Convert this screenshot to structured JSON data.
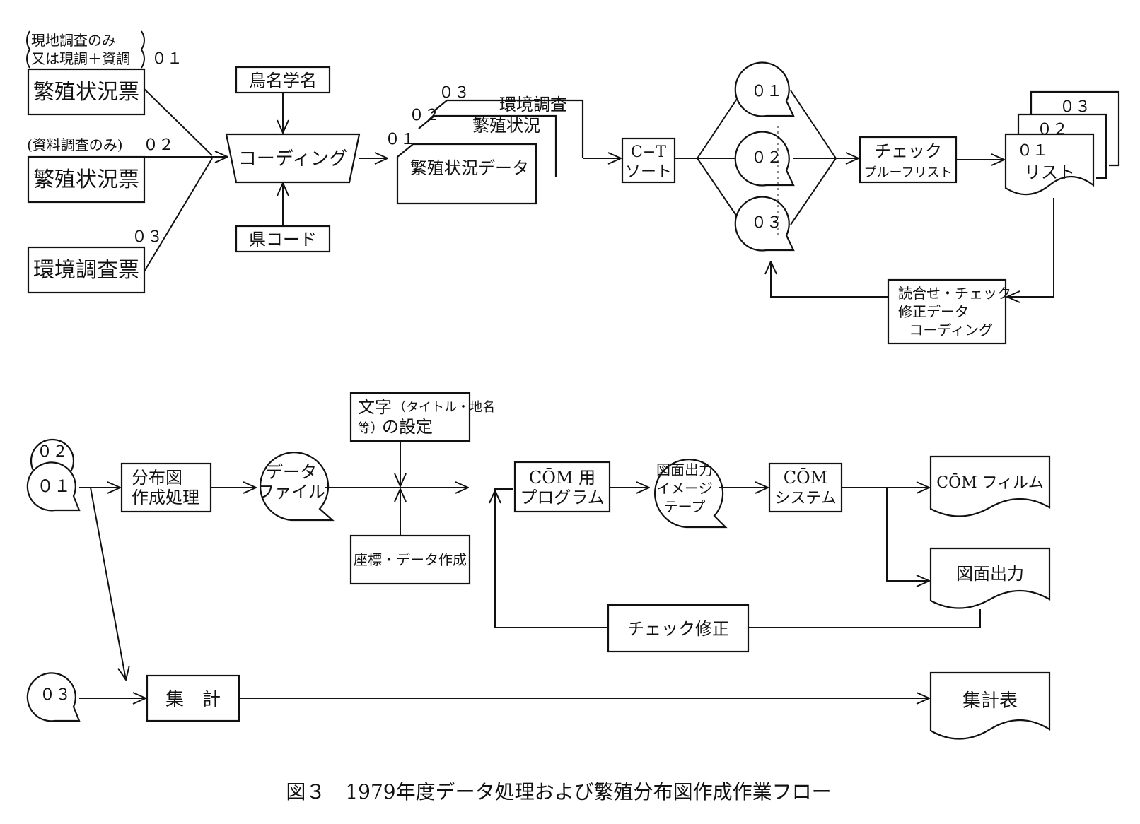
{
  "sources": {
    "s01": {
      "note1": "現地調査のみ",
      "note2": "又は現調＋資調",
      "num": "０１",
      "label": "繁殖状況票"
    },
    "s02": {
      "note": "(資料調査のみ)",
      "num": "０２",
      "label": "繁殖状況票"
    },
    "s03": {
      "num": "０３",
      "label": "環境調査票"
    }
  },
  "coding": {
    "input_top": "鳥名学名",
    "input_bottom": "県コード",
    "label": "コーディング"
  },
  "cards": {
    "c03": {
      "num": "０３",
      "label": "環境調査"
    },
    "c02": {
      "num": "０２",
      "label": "繁殖状況"
    },
    "c01": {
      "num": "０１",
      "label": "繁殖状況データ"
    }
  },
  "sort": {
    "line1": "C−T",
    "line2": "ソート"
  },
  "tapes_top": [
    "０１",
    "０２",
    "０３"
  ],
  "check_proof": {
    "line1": "チェック",
    "line2": "プルーフリスト"
  },
  "lists": {
    "l03": "０３",
    "l02": "０２",
    "l01": "０１",
    "label": "リスト"
  },
  "correction": {
    "line1": "読合せ・チェック",
    "line2": "修正データ",
    "line3": "コーディング"
  },
  "bottom": {
    "tape_top": "０２",
    "tape_front": "０１",
    "distribution": {
      "line1": "分布図",
      "line2": "作成処理"
    },
    "datafile": {
      "line1": "データ",
      "line2": "ファイル"
    },
    "chars": {
      "line1": "文字",
      "line1_small": "（タイトル・地名",
      "line2_small": "等）",
      "line2": "の設定"
    },
    "coords": "座標・データ作成",
    "com_prog": {
      "line1": "CŌM 用",
      "line2": "プログラム"
    },
    "image_tape": {
      "line1": "図面出力",
      "line2": "イメージ",
      "line3": "テープ"
    },
    "com_sys": {
      "line1": "CŌM",
      "line2": "システム"
    },
    "com_film": "CŌM フィルム",
    "drawing_out": "図面出力",
    "check_fix": "チェック修正",
    "tape03": "０３",
    "aggregate": "集　計",
    "aggregate_table": "集計表"
  },
  "caption": "図３　1979年度データ処理および繁殖分布図作成作業フロー"
}
